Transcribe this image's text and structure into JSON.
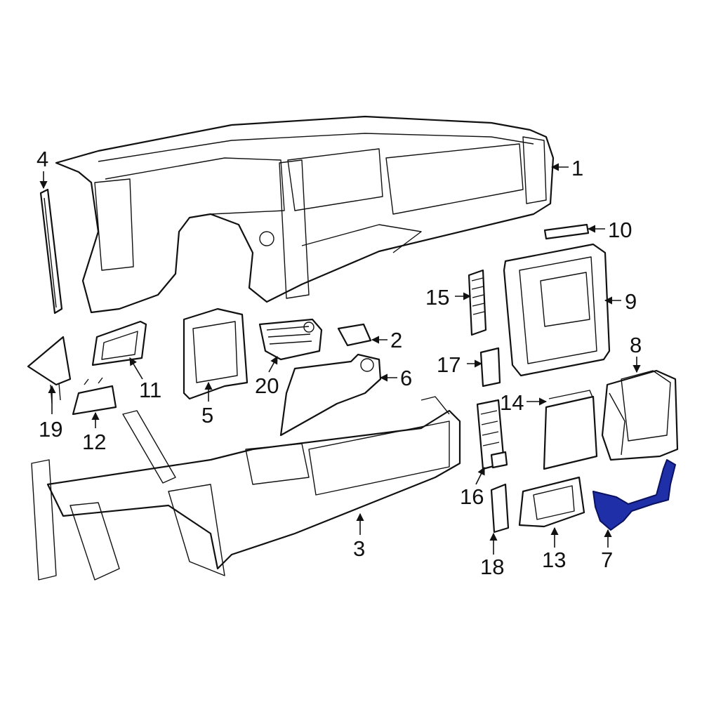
{
  "colors": {
    "line": "#111111",
    "highlight": "#1e2fa8",
    "background": "#ffffff"
  },
  "callouts": [
    {
      "id": "1",
      "text": "1"
    },
    {
      "id": "2",
      "text": "2"
    },
    {
      "id": "3",
      "text": "3"
    },
    {
      "id": "4",
      "text": "4"
    },
    {
      "id": "5",
      "text": "5"
    },
    {
      "id": "6",
      "text": "6"
    },
    {
      "id": "7",
      "text": "7",
      "highlighted": true
    },
    {
      "id": "8",
      "text": "8"
    },
    {
      "id": "9",
      "text": "9"
    },
    {
      "id": "10",
      "text": "10"
    },
    {
      "id": "11",
      "text": "11"
    },
    {
      "id": "12",
      "text": "12"
    },
    {
      "id": "13",
      "text": "13"
    },
    {
      "id": "14",
      "text": "14"
    },
    {
      "id": "15",
      "text": "15"
    },
    {
      "id": "16",
      "text": "16"
    },
    {
      "id": "17",
      "text": "17"
    },
    {
      "id": "18",
      "text": "18"
    },
    {
      "id": "19",
      "text": "19"
    },
    {
      "id": "20",
      "text": "20"
    }
  ]
}
